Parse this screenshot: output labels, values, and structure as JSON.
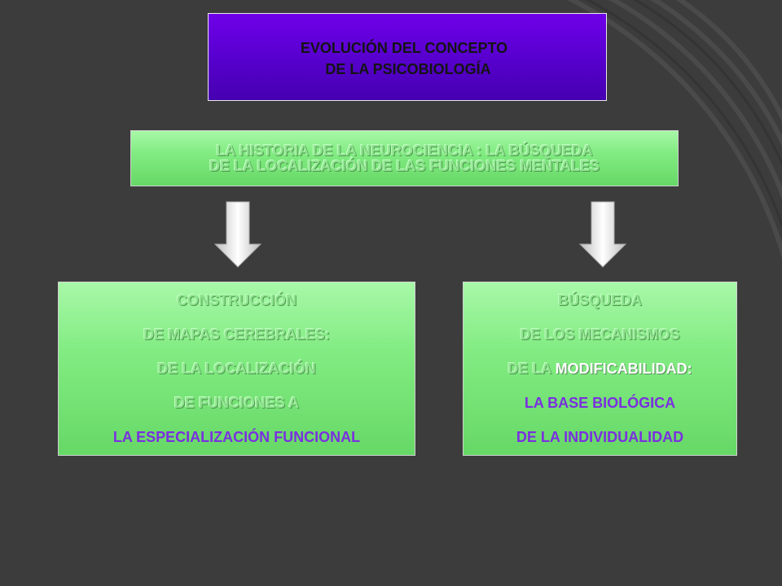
{
  "title": {
    "line1": "EVOLUCIÓN DEL CONCEPTO",
    "line2": "DE LA PSICOBIOLOGÍA"
  },
  "history": {
    "line1": "LA HISTORIA DE LA NEUROCIENCIA : LA BÚSQUEDA",
    "line2": "DE LA LOCALIZACIÓN DE LAS FUNCIONES MENTALES"
  },
  "left_box": {
    "line1": "CONSTRUCCIÓN",
    "line2": "DE MAPAS CEREBRALES:",
    "line3": "DE LA LOCALIZACIÓN",
    "line4": "DE FUNCIONES A",
    "line5": "LA ESPECIALIZACIÓN FUNCIONAL"
  },
  "right_box": {
    "line1": "BÚSQUEDA",
    "line2": "DE LOS MECANISMOS",
    "line3_prefix": "DE LA ",
    "line3_highlight": "MODIFICABILIDAD:",
    "line4": "LA BASE BIOLÓGICA",
    "line5": "DE LA INDIVIDUALIDAD"
  },
  "colors": {
    "background": "#3c3c3c",
    "title_box": "#5a00d2",
    "green_box": "#82ec82",
    "purple_text": "#7b2fe0",
    "arrow": "#dcdcdc"
  },
  "icons": {
    "arrow_left": "down-arrow-icon",
    "arrow_right": "down-arrow-icon"
  }
}
